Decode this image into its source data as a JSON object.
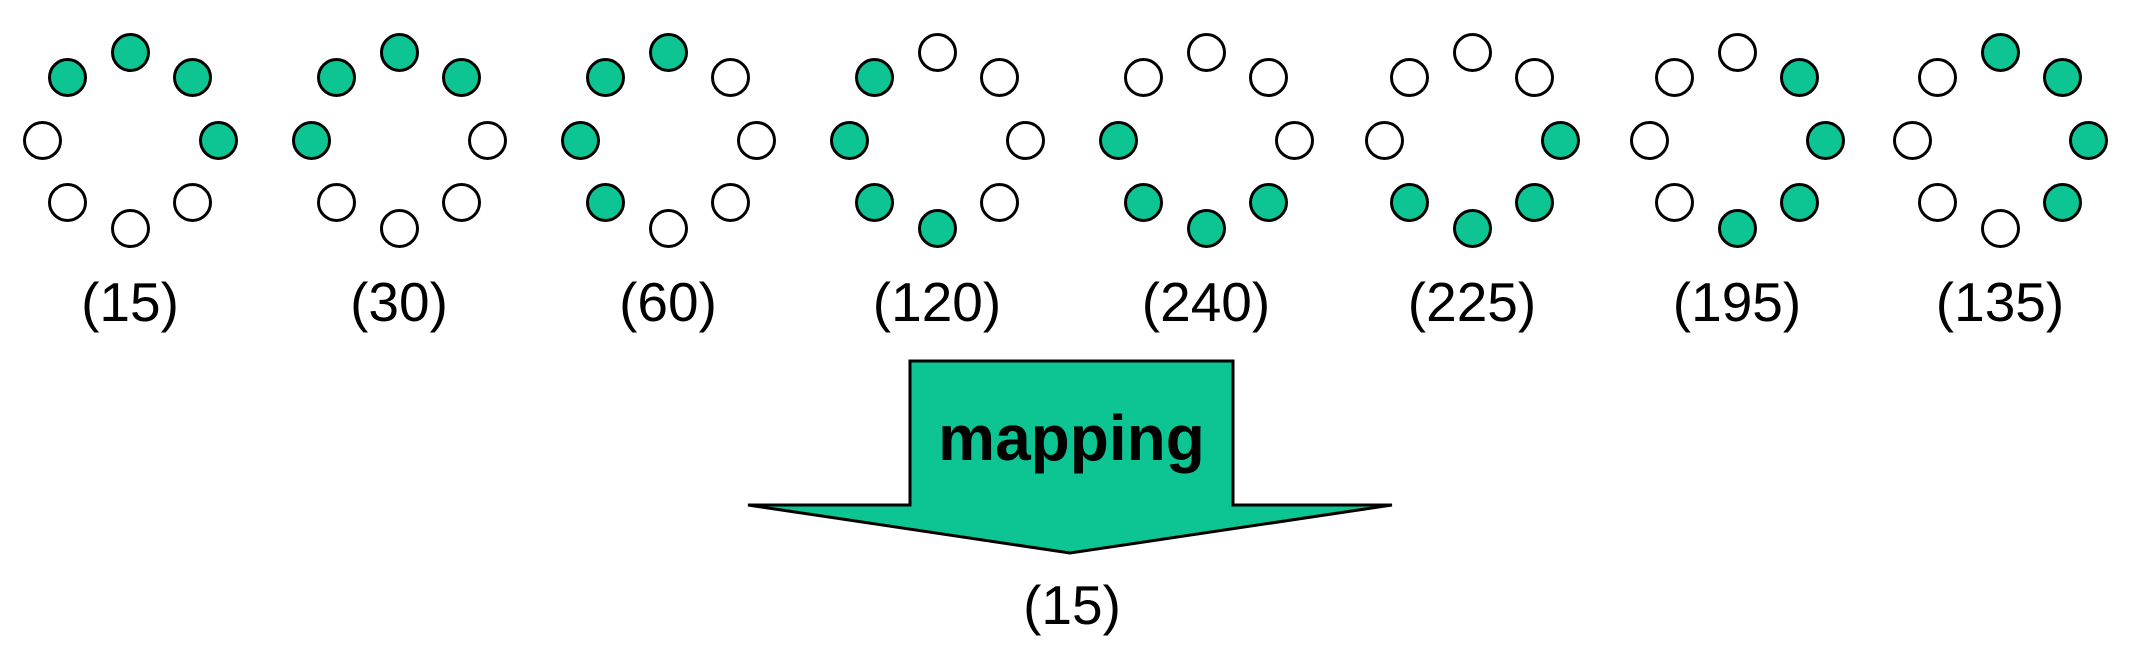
{
  "diagram": {
    "kind": "rotation-invariant local binary pattern mapping",
    "bit_order": [
      "E",
      "NE",
      "N",
      "NW",
      "W",
      "SW",
      "S",
      "SE"
    ],
    "rings": [
      {
        "label": "(15)",
        "code": 15,
        "bits": [
          1,
          1,
          1,
          1,
          0,
          0,
          0,
          0
        ]
      },
      {
        "label": "(30)",
        "code": 30,
        "bits": [
          0,
          1,
          1,
          1,
          1,
          0,
          0,
          0
        ]
      },
      {
        "label": "(60)",
        "code": 60,
        "bits": [
          0,
          0,
          1,
          1,
          1,
          1,
          0,
          0
        ]
      },
      {
        "label": "(120)",
        "code": 120,
        "bits": [
          0,
          0,
          0,
          1,
          1,
          1,
          1,
          0
        ]
      },
      {
        "label": "(240)",
        "code": 240,
        "bits": [
          0,
          0,
          0,
          0,
          1,
          1,
          1,
          1
        ]
      },
      {
        "label": "(225)",
        "code": 225,
        "bits": [
          1,
          0,
          0,
          0,
          0,
          1,
          1,
          1
        ]
      },
      {
        "label": "(195)",
        "code": 195,
        "bits": [
          1,
          1,
          0,
          0,
          0,
          0,
          1,
          1
        ]
      },
      {
        "label": "(135)",
        "code": 135,
        "bits": [
          1,
          1,
          1,
          0,
          0,
          0,
          0,
          1
        ]
      }
    ],
    "mapping": {
      "arrow_label": "mapping",
      "result_label": "(15)",
      "result_code": 15
    },
    "colors": {
      "filled_dot": "#0cc593",
      "empty_dot": "#ffffff",
      "outline": "#000000",
      "arrow_fill": "#0cc593",
      "text": "#000000",
      "background": "#ffffff"
    }
  }
}
